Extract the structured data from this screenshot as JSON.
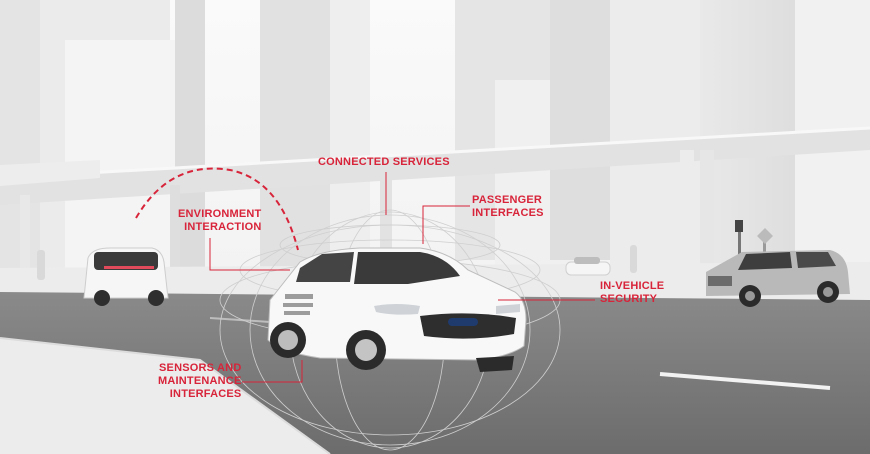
{
  "labels": {
    "connected_services": [
      "CONNECTED SERVICES"
    ],
    "environment_interaction": [
      "ENVIRONMENT",
      "INTERACTION"
    ],
    "passenger_interfaces": [
      "PASSENGER",
      "INTERFACES"
    ],
    "in_vehicle_security": [
      "IN-VEHICLE",
      "SECURITY"
    ],
    "sensors_maintenance": [
      "SENSORS AND",
      "MAINTENANCE",
      "INTERFACES"
    ]
  },
  "colors": {
    "accent": "#d8243a",
    "road": "#7d7d7d",
    "sidewalk": "#ececec",
    "building": "#e6e6e6",
    "car_body": "#f7f7f7"
  },
  "icons": [
    "white-sedan",
    "autonomous-shuttle",
    "gray-suv",
    "distant-car",
    "elevated-rail",
    "sensor-dome",
    "traffic-light",
    "pedestrian"
  ]
}
